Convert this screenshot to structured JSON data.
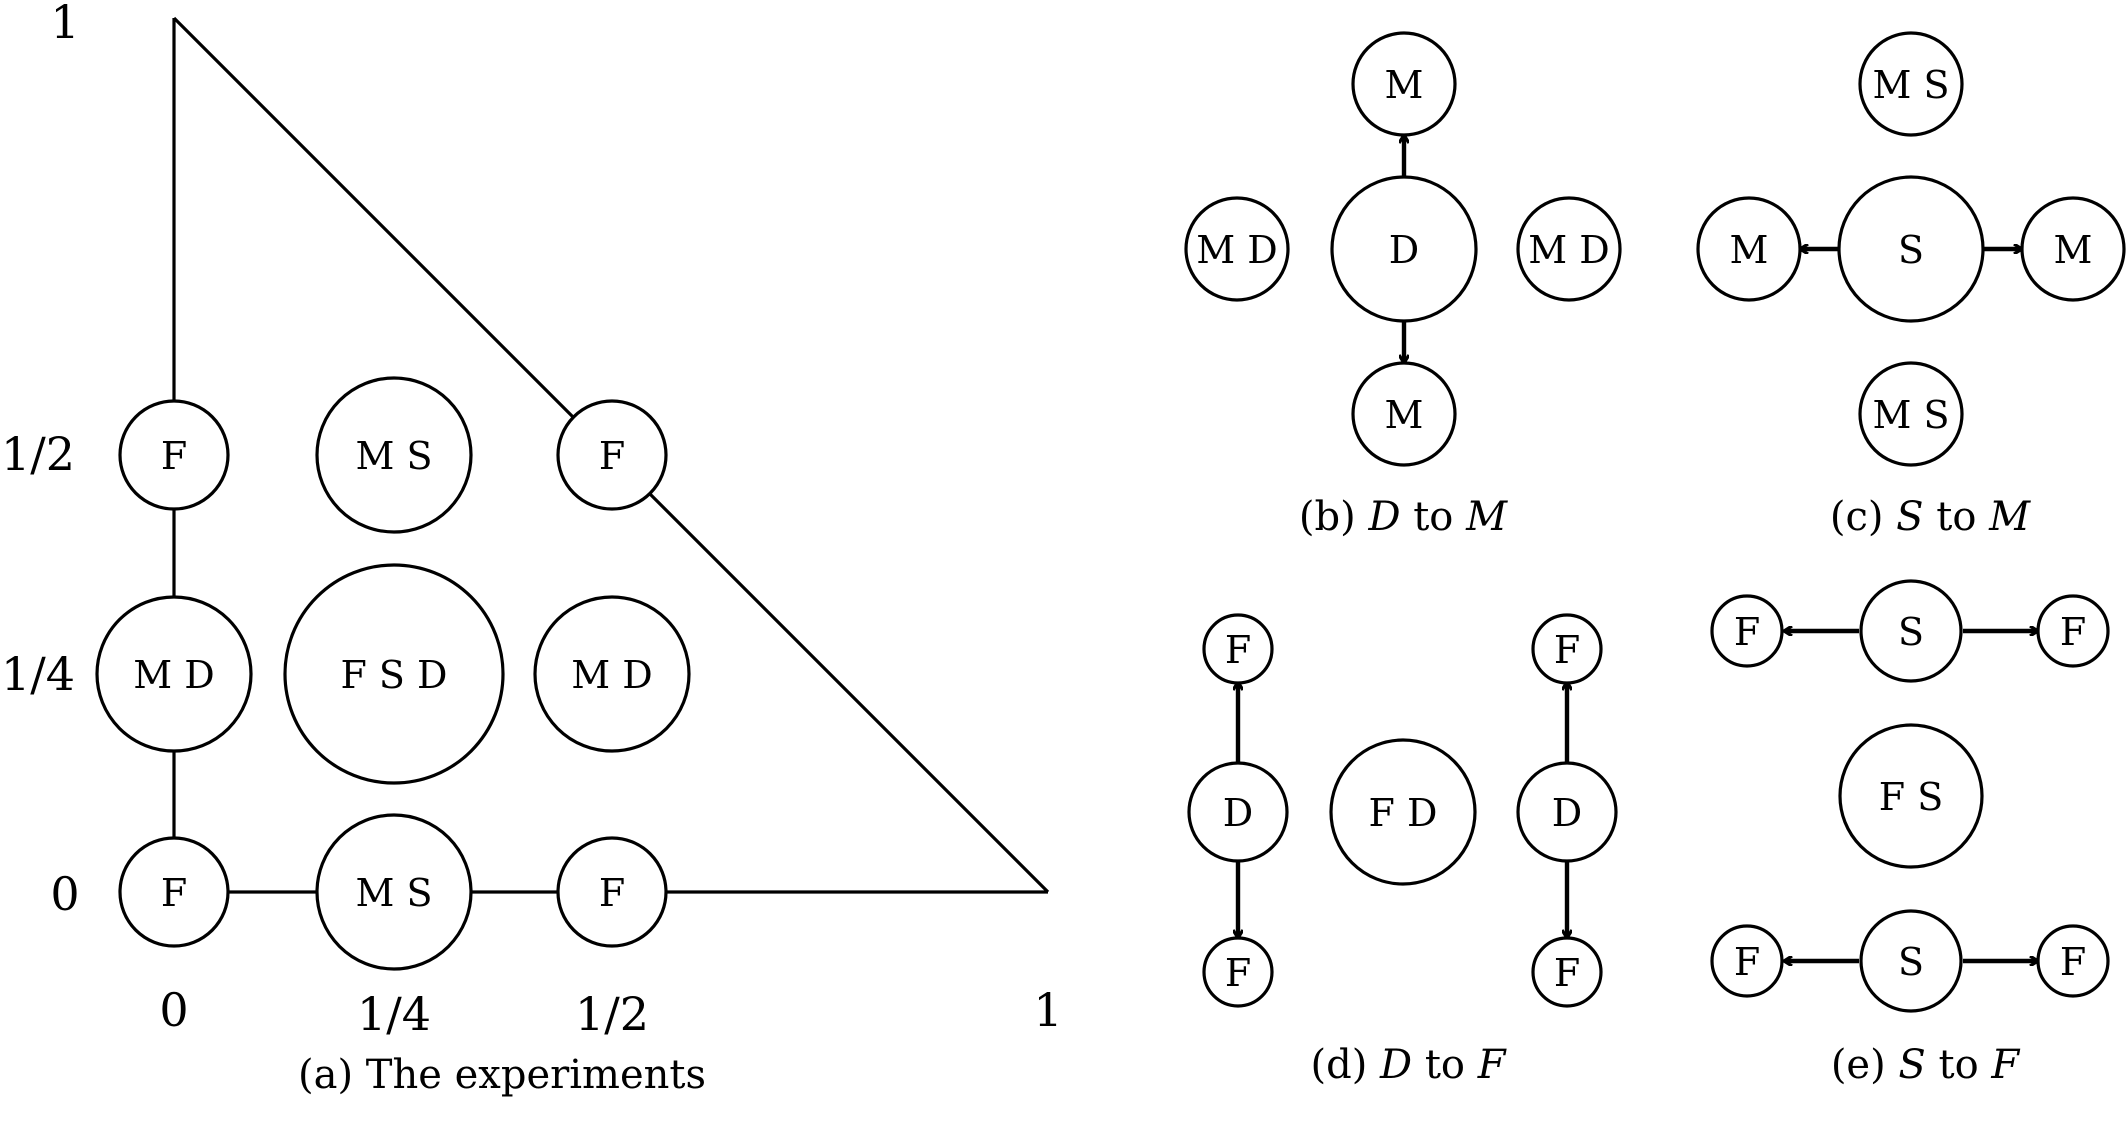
{
  "axes": {
    "x_ticks": [
      "0",
      "1/4",
      "1/2",
      "1"
    ],
    "y_ticks": [
      "1",
      "1/2",
      "1/4",
      "0"
    ]
  },
  "captions": {
    "a": "(a) The experiments",
    "b": {
      "prefix": "(b) ",
      "from": "D",
      "mid": " to ",
      "to": "M"
    },
    "c": {
      "prefix": "(c) ",
      "from": "S",
      "mid": " to ",
      "to": "M"
    },
    "d": {
      "prefix": "(d) ",
      "from": "D",
      "mid": " to ",
      "to": "F"
    },
    "e": {
      "prefix": "(e) ",
      "from": "S",
      "mid": " to ",
      "to": "F"
    }
  },
  "panel_a": {
    "nodes": [
      "F",
      "M S",
      "F",
      "M D",
      "F S D",
      "M D",
      "F",
      "M S",
      "F"
    ]
  },
  "panel_b": {
    "nodes": [
      "M",
      "M D",
      "D",
      "M D",
      "M"
    ]
  },
  "panel_c": {
    "nodes": [
      "M S",
      "M",
      "S",
      "M",
      "M S"
    ]
  },
  "panel_d": {
    "nodes": [
      "F",
      "D",
      "F",
      "F D",
      "F",
      "D",
      "F"
    ]
  },
  "panel_e": {
    "nodes": [
      "F",
      "S",
      "F",
      "F S",
      "F",
      "S",
      "F"
    ]
  }
}
